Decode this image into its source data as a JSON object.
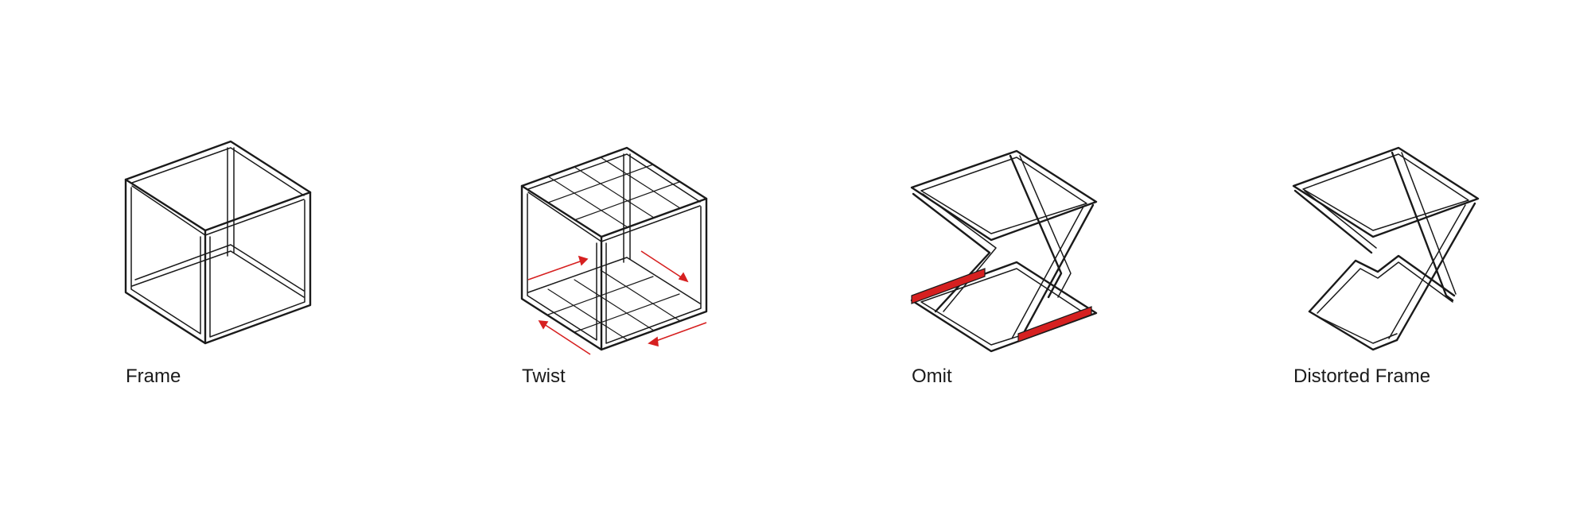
{
  "panels": [
    {
      "label": "Frame"
    },
    {
      "label": "Twist"
    },
    {
      "label": "Omit"
    },
    {
      "label": "Distorted Frame"
    }
  ],
  "colors": {
    "line": "#1a1a1a",
    "accent": "#d62020",
    "background": "#ffffff"
  }
}
